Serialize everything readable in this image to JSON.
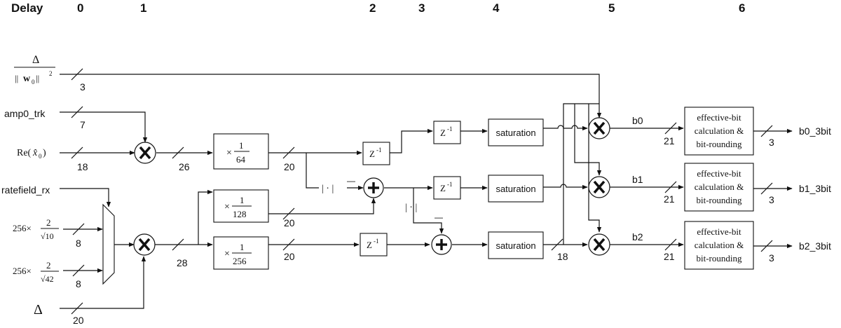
{
  "header": {
    "label": "Delay",
    "stages": [
      "0",
      "1",
      "2",
      "3",
      "4",
      "5",
      "6"
    ]
  },
  "inputs": {
    "delta_norm_num": "Δ",
    "delta_norm_den_open": "|| ",
    "delta_norm_den_w": "w",
    "delta_norm_den_sub": "0",
    "delta_norm_den_close": " ||",
    "delta_norm_den_sup": "2",
    "amp0": "amp0_trk",
    "re_x0_pre": "Re(",
    "re_x0_var": "x̂",
    "re_x0_sub": "0",
    "re_x0_post": ")",
    "ratefield": "ratefield_rx",
    "c256": "256×",
    "two": "2",
    "sqrt10": "√10",
    "sqrt42": "√42",
    "delta": "Δ"
  },
  "widths": {
    "w3": "3",
    "w7": "7",
    "w18a": "18",
    "w26": "26",
    "w20a": "20",
    "w8a": "8",
    "w8b": "8",
    "w28": "28",
    "w20b": "20",
    "w20c": "20",
    "w20d": "20",
    "w18b": "18",
    "w21a": "21",
    "w21b": "21",
    "w21c": "21",
    "w3a": "3",
    "w3b": "3",
    "w3c": "3"
  },
  "blocks": {
    "one": "1",
    "d64": "64",
    "d128": "128",
    "d256": "256",
    "times": "×",
    "z": "Z",
    "zexp": "-1",
    "abs": "| · |",
    "sat": "saturation",
    "eb_line1": "effective-bit",
    "eb_line2": "calculation &",
    "eb_line3": "bit-rounding",
    "minus": "—"
  },
  "signals": {
    "b0": "b0",
    "b1": "b1",
    "b2": "b2",
    "out0": "b0_3bit",
    "out1": "b1_3bit",
    "out2": "b2_3bit"
  }
}
